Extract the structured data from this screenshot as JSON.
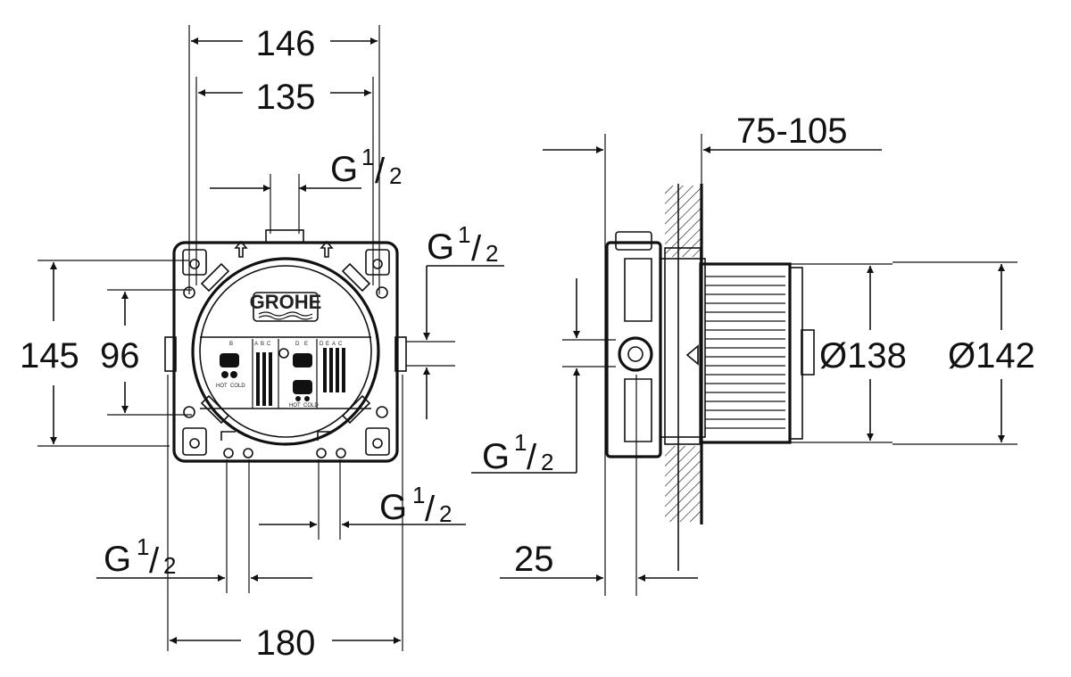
{
  "front_view": {
    "width_outer": "146",
    "width_inner": "135",
    "height_outer": "145",
    "height_inner": "96",
    "base_width": "180",
    "brand": "GROHE",
    "labels_left": [
      "B",
      "A",
      "B",
      "C"
    ],
    "labels_right": [
      "D",
      "E",
      "D",
      "E",
      "A",
      "C"
    ],
    "hot_label": "HOT",
    "cold_label": "COLD"
  },
  "side_view": {
    "wall_depth": "75-105",
    "diameter_inner": "Ø138",
    "diameter_outer": "Ø142",
    "depth": "25"
  },
  "threads": {
    "main": "G",
    "fraction_num": "1",
    "fraction_den": "2"
  }
}
